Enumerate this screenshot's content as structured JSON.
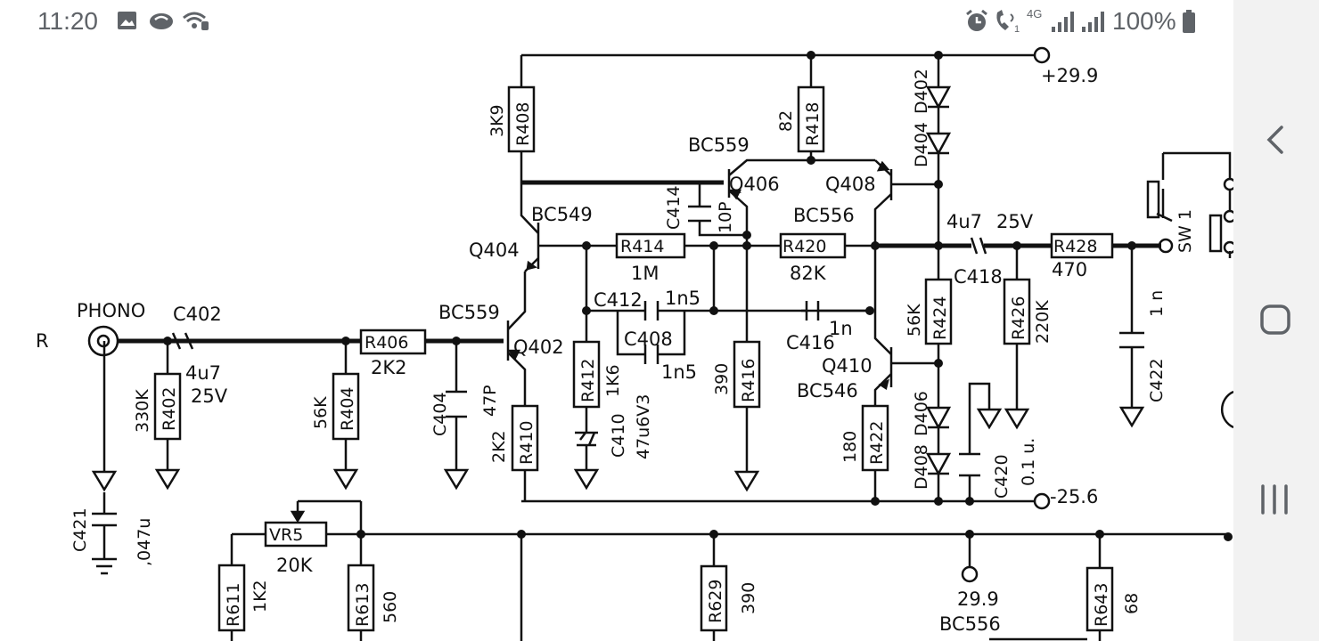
{
  "status_bar": {
    "time": "11:20",
    "battery": "100%",
    "network": "4G",
    "icons": [
      "gallery-icon",
      "cloud-icon",
      "wifi-call-icon",
      "alarm-icon",
      "volte-call-icon",
      "signal-icon",
      "signal-icon-2",
      "battery-icon"
    ]
  },
  "nav": {
    "back": "back-icon",
    "home": "home-icon",
    "recents": "recents-icon"
  },
  "schematic": {
    "rail_pos": "+29.9",
    "rail_neg": "-25.6",
    "rail_aux": "29.9",
    "input_label": "PHONO",
    "channel": "R",
    "switch": "SW 1",
    "transistors": [
      {
        "ref": "Q402",
        "type": "BC559"
      },
      {
        "ref": "Q404",
        "type": "BC549"
      },
      {
        "ref": "Q406",
        "type": "BC559"
      },
      {
        "ref": "Q408",
        "type": "BC556"
      },
      {
        "ref": "Q410",
        "type": "BC546"
      },
      {
        "ref": "",
        "type": "BC556"
      }
    ],
    "resistors": [
      {
        "ref": "R402",
        "value": "330K"
      },
      {
        "ref": "R404",
        "value": "56K"
      },
      {
        "ref": "R406",
        "value": "2K2"
      },
      {
        "ref": "R408",
        "value": "3K9"
      },
      {
        "ref": "R410",
        "value": "2K2"
      },
      {
        "ref": "R412",
        "value": "1K6"
      },
      {
        "ref": "R414",
        "value": "1M"
      },
      {
        "ref": "R416",
        "value": "390"
      },
      {
        "ref": "R418",
        "value": "82"
      },
      {
        "ref": "R420",
        "value": "82K"
      },
      {
        "ref": "R422",
        "value": "180"
      },
      {
        "ref": "R424",
        "value": "56K"
      },
      {
        "ref": "R426",
        "value": "220K"
      },
      {
        "ref": "R428",
        "value": "470"
      },
      {
        "ref": "R611",
        "value": "1K2"
      },
      {
        "ref": "R613",
        "value": "560"
      },
      {
        "ref": "R629",
        "value": "390"
      },
      {
        "ref": "R643",
        "value": "68"
      },
      {
        "ref": "VR5",
        "value": "20K"
      }
    ],
    "capacitors": [
      {
        "ref": "C402",
        "value": "4u7",
        "voltage": "25V"
      },
      {
        "ref": "C404",
        "value": "47P"
      },
      {
        "ref": "C408",
        "value": "1n5"
      },
      {
        "ref": "C410",
        "value": "47u6V3"
      },
      {
        "ref": "C412",
        "value": "1n5"
      },
      {
        "ref": "C414",
        "value": "10P"
      },
      {
        "ref": "C416",
        "value": "1n"
      },
      {
        "ref": "C418",
        "value": "4u7",
        "voltage": "25V"
      },
      {
        "ref": "C420",
        "value": "0.1 u."
      },
      {
        "ref": "C421",
        "value": ",047u"
      },
      {
        "ref": "C422",
        "value": "1 n"
      }
    ],
    "diodes": [
      "D402",
      "D404",
      "D406",
      "D408"
    ]
  }
}
